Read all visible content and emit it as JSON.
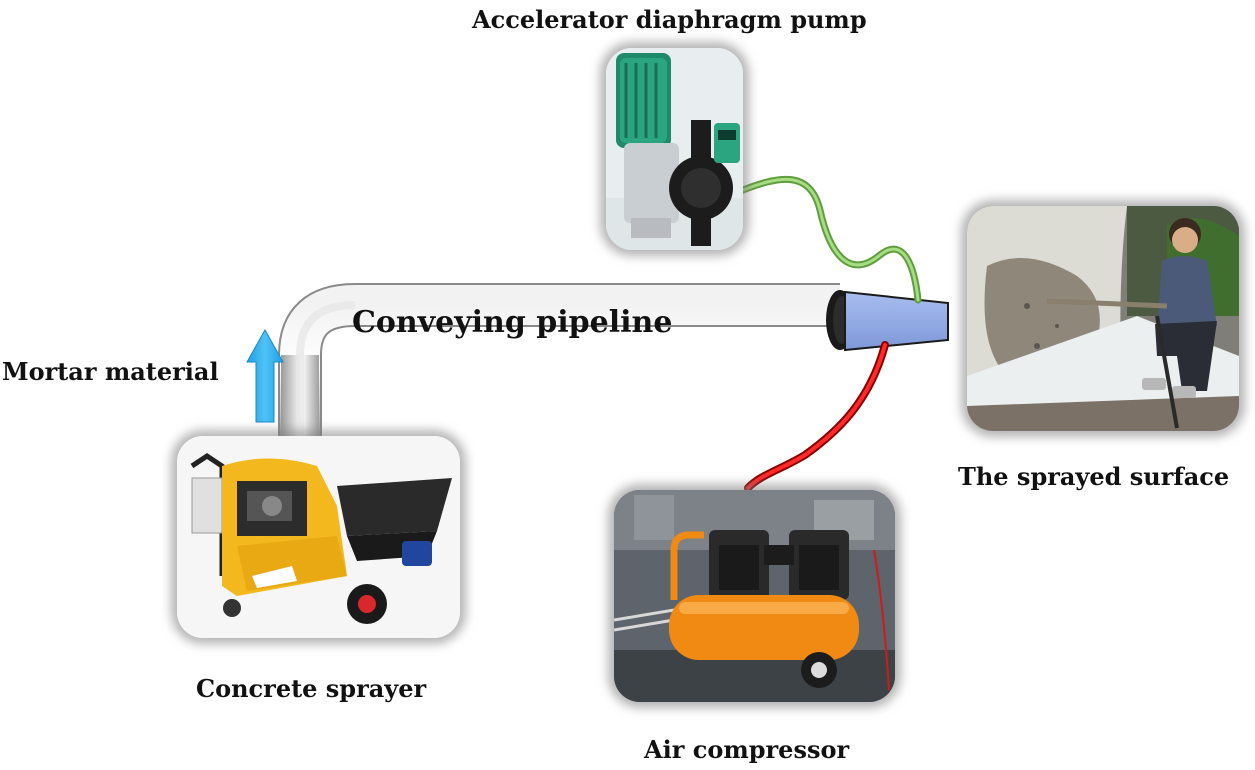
{
  "diagram": {
    "labels": {
      "pump": "Accelerator diaphragm pump",
      "pipeline": "Conveying pipeline",
      "mortar": "Mortar material",
      "surface": "The sprayed surface",
      "sprayer": "Concrete sprayer",
      "compressor": "Air compressor"
    },
    "colors": {
      "pipe": "#c8c8c8",
      "accelerator_hose": "#8fce6a",
      "air_hose": "#e01010",
      "nozzle": "#8fa8e0",
      "arrow": "#1ea7e8"
    },
    "photos": {
      "pump": "diaphragm-pump-photo",
      "sprayer": "concrete-sprayer-photo",
      "compressor": "air-compressor-photo",
      "surface": "sprayed-surface-photo"
    }
  }
}
